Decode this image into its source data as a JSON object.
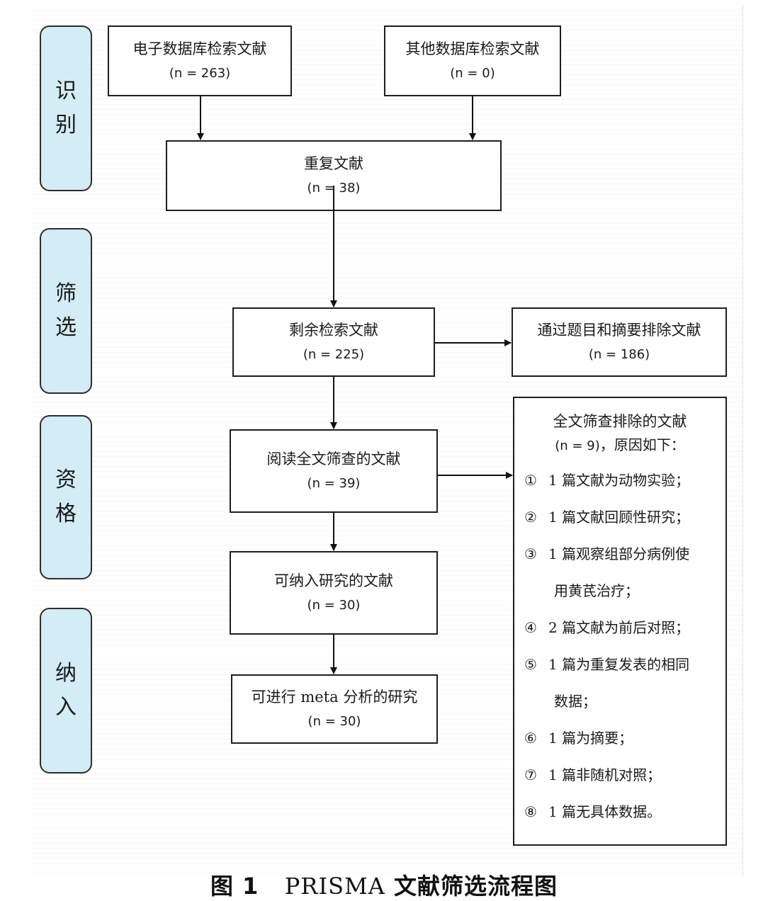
{
  "stages": [
    {
      "id": "identification",
      "label": "识别"
    },
    {
      "id": "screening",
      "label": "筛选"
    },
    {
      "id": "eligibility",
      "label": "资格"
    },
    {
      "id": "included",
      "label": "纳入"
    }
  ],
  "boxes": {
    "electronic_db": {
      "label": "电子数据库检索文献",
      "count": "(n = 263)"
    },
    "other_db": {
      "label": "其他数据库检索文献",
      "count": "(n = 0)"
    },
    "duplicates": {
      "label": "重复文献",
      "count": "(n = 38)"
    },
    "remaining": {
      "label": "剩余检索文献",
      "count": "(n = 225)"
    },
    "excluded_title": {
      "label": "通过题目和摘要排除文献",
      "count": "(n = 186)"
    },
    "fulltext": {
      "label": "阅读全文筛查的文献",
      "count": "(n = 39)"
    },
    "includable": {
      "label": "可纳入研究的文献",
      "count": "(n = 30)"
    },
    "meta": {
      "label": "可进行 meta 分析的研究",
      "count": "(n = 30)"
    },
    "excluded_fulltext": {
      "label": "全文筛查排除的文献",
      "count": "(n = 9)",
      "count_suffix": "，原因如下：",
      "reasons": [
        {
          "marker": "①",
          "text": "1 篇文献为动物实验；"
        },
        {
          "marker": "②",
          "text": "1 篇文献回顾性研究；"
        },
        {
          "marker": "③",
          "text": "1 篇观察组部分病例使",
          "cont": "用黄芪治疗；"
        },
        {
          "marker": "④",
          "text": "2 篇文献为前后对照；"
        },
        {
          "marker": "⑤",
          "text": "1 篇为重复发表的相同",
          "cont": "数据；"
        },
        {
          "marker": "⑥",
          "text": "1 篇为摘要；"
        },
        {
          "marker": "⑦",
          "text": "1 篇非随机对照；"
        },
        {
          "marker": "⑧",
          "text": "1 篇无具体数据。"
        }
      ]
    }
  },
  "caption": {
    "figure": "图 1",
    "name": "PRISMA",
    "suffix": "文献筛选流程图"
  }
}
